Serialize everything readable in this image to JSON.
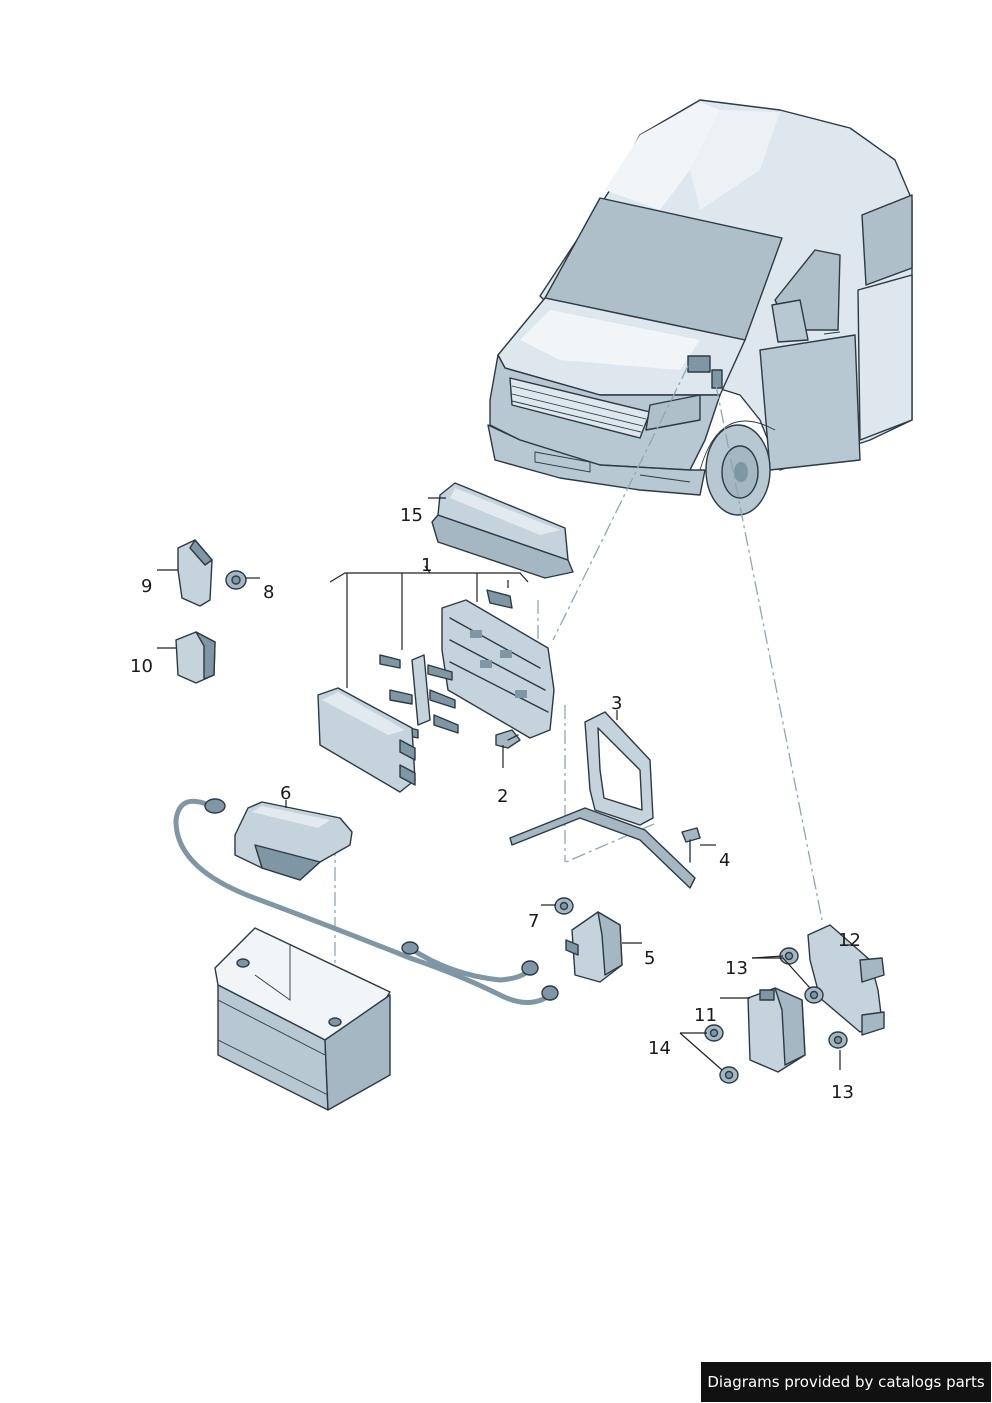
{
  "callouts": {
    "c1": "1",
    "c2": "2",
    "c3": "3",
    "c4": "4",
    "c5": "5",
    "c6": "6",
    "c7": "7",
    "c8": "8",
    "c9": "9",
    "c10": "10",
    "c11": "11",
    "c12": "12",
    "c13a": "13",
    "c13b": "13",
    "c14": "14",
    "c15": "15"
  },
  "footer": {
    "credit": "Diagrams provided by catalogs parts"
  }
}
